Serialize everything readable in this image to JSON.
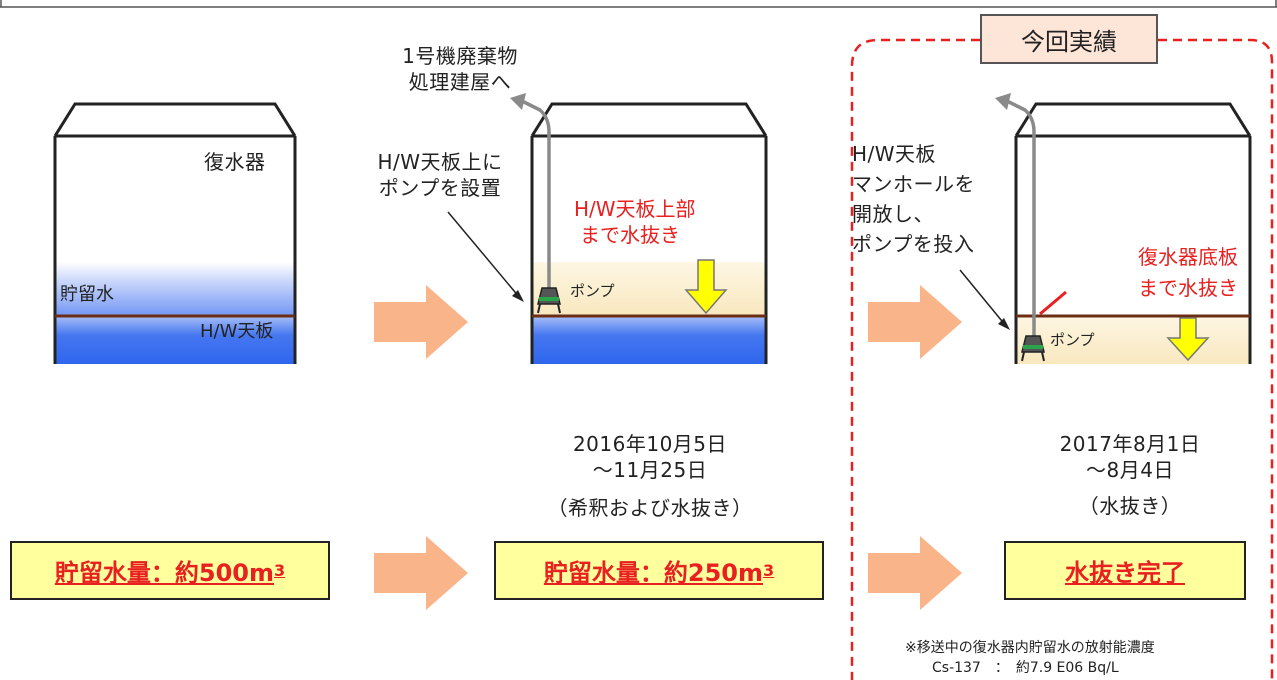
{
  "condenser_label": "復水器",
  "stored_water_label": "貯留水",
  "hw_plate_label": "H/W天板",
  "pump_label": "ポンプ",
  "step2": {
    "destination_line1": "1号機廃棄物",
    "destination_line2": "処理建屋へ",
    "install_note_line1": "H/W天板上に",
    "install_note_line2": "ポンプを設置",
    "drain_note_line1": "H/W天板上部",
    "drain_note_line2": "まで水抜き",
    "date_line1": "2016年10月5日",
    "date_line2": "～11月25日",
    "date_line3": "（希釈および水抜き）"
  },
  "step3": {
    "title": "今回実績",
    "install_note_line1": "H/W天板",
    "install_note_line2": "マンホールを",
    "install_note_line3": "開放し、",
    "install_note_line4": "ポンプを投入",
    "drain_note_line1": "復水器底板",
    "drain_note_line2": "まで水抜き",
    "date_line1": "2017年8月1日",
    "date_line2": "～8月4日",
    "date_line3": "（水抜き）"
  },
  "volume1": {
    "text": "貯留水量：約500m",
    "sup": "3"
  },
  "volume2": {
    "text": "貯留水量：約250m",
    "sup": "3"
  },
  "volume3": {
    "text": "水抜き完了"
  },
  "footnote_line1": "※移送中の復水器内貯留水の放射能濃度",
  "footnote_line2": "Cs-137　：　約7.9 E06 Bq/L",
  "colors": {
    "arrow": "#f9b48a",
    "yellow_box": "#ffff9e",
    "red": "#e8201f",
    "water_blue": "#3a6ff0",
    "sand": "#fbedc8"
  }
}
